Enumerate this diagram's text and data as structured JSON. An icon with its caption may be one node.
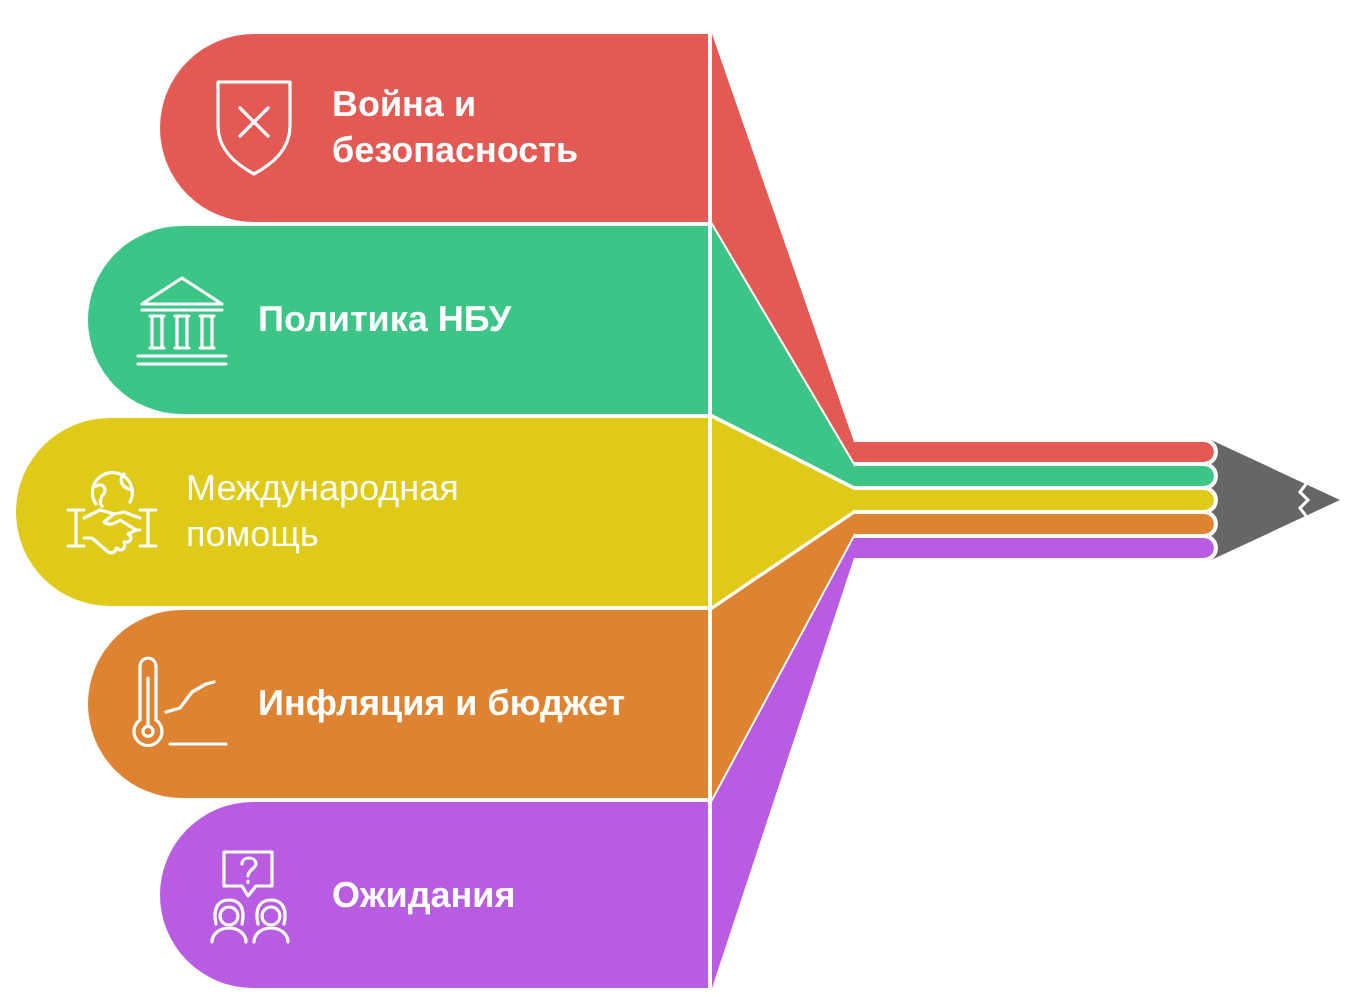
{
  "diagram": {
    "nodes": [
      {
        "text": [
          "Война и безопасность"
        ]
      },
      {
        "text": [
          "Политика НБУ"
        ]
      },
      {
        "text": [
          "Международная помощь"
        ]
      },
      {
        "text": [
          "Инфляция и бюджет"
        ]
      },
      {
        "text": [
          "Ожидания"
        ]
      },
      {
        "text": [],
        "shape": "triangle"
      }
    ],
    "edges": [
      {
        "from": 0,
        "to": 5,
        "arrow": "none",
        "style": "thick",
        "color": "#e35a55"
      },
      {
        "from": 1,
        "to": 5,
        "arrow": "none",
        "style": "thick",
        "color": "#3dc487"
      },
      {
        "from": 2,
        "to": 5,
        "arrow": "none",
        "style": "thick",
        "color": "#dfca19"
      },
      {
        "from": 3,
        "to": 5,
        "arrow": "none",
        "style": "thick",
        "color": "#de8331"
      },
      {
        "from": 4,
        "to": 5,
        "arrow": "none",
        "style": "thick",
        "color": "#b85de2"
      }
    ]
  }
}
